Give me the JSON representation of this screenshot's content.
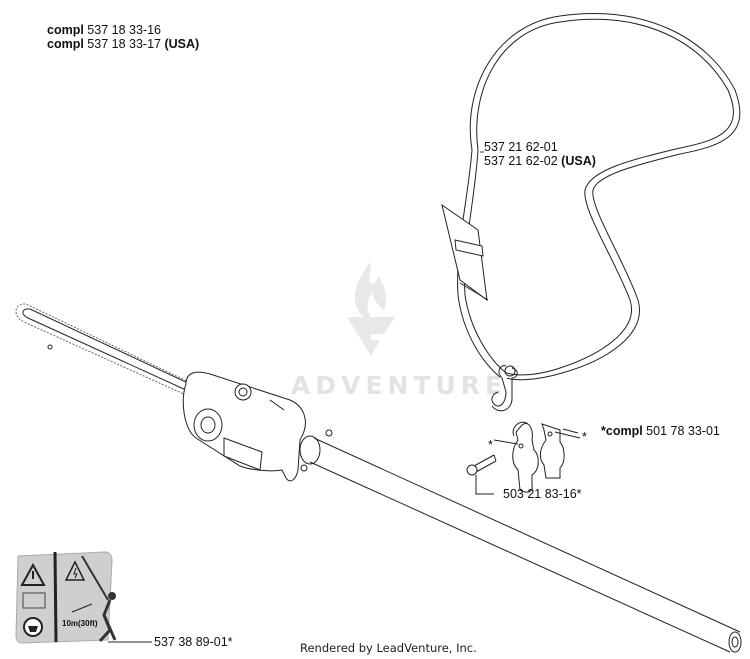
{
  "diagram": {
    "type": "exploded-parts-diagram",
    "callouts": [
      {
        "id": "pole-saw-assembly",
        "prefix": "compl",
        "part": "537 18 33-16",
        "suffix": ""
      },
      {
        "id": "pole-saw-assembly-usa",
        "prefix": "compl",
        "part": "537 18 33-17",
        "suffix": "(USA)"
      },
      {
        "id": "strap",
        "prefix": "",
        "part": "537 21 62-01",
        "suffix": ""
      },
      {
        "id": "strap-usa",
        "prefix": "",
        "part": "537 21 62-02",
        "suffix": "(USA)"
      },
      {
        "id": "clamp-kit",
        "prefix": "*compl",
        "part": "501 78 33-01",
        "suffix": ""
      },
      {
        "id": "screw",
        "prefix": "",
        "part": "503 21 83-16*",
        "suffix": ""
      },
      {
        "id": "warning-decal",
        "prefix": "",
        "part": "537 38 89-01*",
        "suffix": ""
      }
    ],
    "asterisk_marks": [
      "*",
      "*"
    ],
    "decal_text": "10m(30ft)",
    "watermark": "ADVENTURE",
    "footer": "Rendered by LeadVenture, Inc."
  }
}
